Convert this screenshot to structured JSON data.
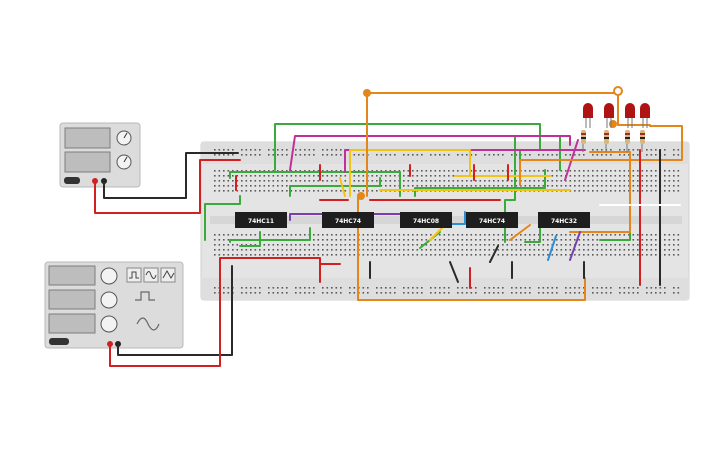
{
  "circuit": {
    "chips": [
      {
        "id": "u1",
        "label": "74HC11"
      },
      {
        "id": "u2",
        "label": "74HC74"
      },
      {
        "id": "u3",
        "label": "74HC08"
      },
      {
        "id": "u4",
        "label": "74HC74"
      },
      {
        "id": "u5",
        "label": "74HC32"
      }
    ],
    "led_count": 4,
    "colors": {
      "breadboard": "#e4e4e4",
      "chip": "#1e1e1e",
      "wire_red": "#d21f1f",
      "wire_black": "#2a2a2a",
      "wire_green": "#3aab3a",
      "wire_orange": "#e3861b",
      "wire_yellow": "#f0c419",
      "wire_magenta": "#c0309a",
      "wire_purple": "#7a3fae",
      "wire_blue": "#2a8fd6",
      "led": "#b01313",
      "instrument": "#dcdcdc",
      "screen": "#bdbdbd"
    },
    "power_supply": {
      "icon": "power-supply-icon"
    },
    "function_generator": {
      "icon": "function-generator-icon",
      "waveforms": [
        "square",
        "sine",
        "triangle"
      ]
    }
  }
}
